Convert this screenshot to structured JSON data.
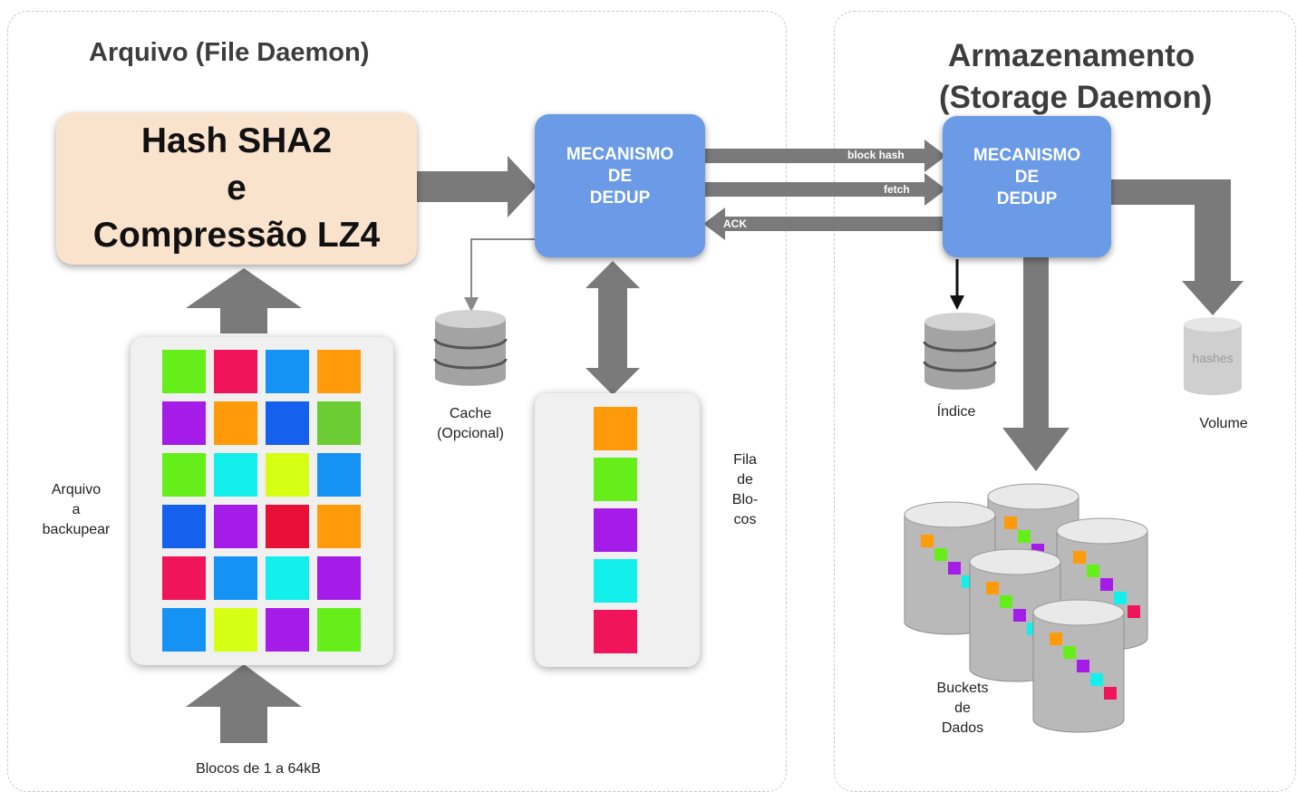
{
  "left_panel": {
    "title": "Arquivo (File Daemon)"
  },
  "right_panel": {
    "title_line1": "Armazenamento",
    "title_line2": "(Storage Daemon)"
  },
  "hash_box": {
    "line1": "Hash SHA2",
    "line2": "e",
    "line3": "Compressão LZ4"
  },
  "dedup_left": {
    "line1": "MECANISMO",
    "line2": "DE",
    "line3": "DEDUP"
  },
  "dedup_right": {
    "line1": "MECANISMO",
    "line2": "DE",
    "line3": "DEDUP"
  },
  "arrows": {
    "block_hash": "block hash",
    "fetch": "fetch",
    "ack": "ACK"
  },
  "labels": {
    "cache_line1": "Cache",
    "cache_line2": "(Opcional)",
    "arquivo_line1": "Arquivo",
    "arquivo_line2": "a",
    "arquivo_line3": "backupear",
    "fila_line1": "Fila",
    "fila_line2": "de",
    "fila_line3": "Blo-",
    "fila_line4": "cos",
    "indice": "Índice",
    "volume": "Volume",
    "volume_icon_text": "hashes",
    "buckets_line1": "Buckets",
    "buckets_line2": "de",
    "buckets_line3": "Dados",
    "blocos": "Blocos de 1 a 64kB"
  },
  "block_grid_colors": [
    [
      "#66ee1a",
      "#f0145a",
      "#1593f5",
      "#ff9a0a"
    ],
    [
      "#a51ce8",
      "#ff9a0a",
      "#1660ee",
      "#6ccc33"
    ],
    [
      "#66ee1a",
      "#13f0ec",
      "#d6ff14",
      "#1593f5"
    ],
    [
      "#1660ee",
      "#a51ce8",
      "#e81037",
      "#ff9a0a"
    ],
    [
      "#f0145a",
      "#1593f5",
      "#13f0ec",
      "#a51ce8"
    ],
    [
      "#1593f5",
      "#d6ff14",
      "#a51ce8",
      "#66ee1a"
    ]
  ],
  "queue_colors": [
    "#ff9a0a",
    "#66ee1a",
    "#a51ce8",
    "#13f0ec",
    "#f0145a"
  ],
  "bucket_square_colors": [
    "#ff9a0a",
    "#66ee1a",
    "#a51ce8",
    "#13f0ec",
    "#f0145a"
  ]
}
